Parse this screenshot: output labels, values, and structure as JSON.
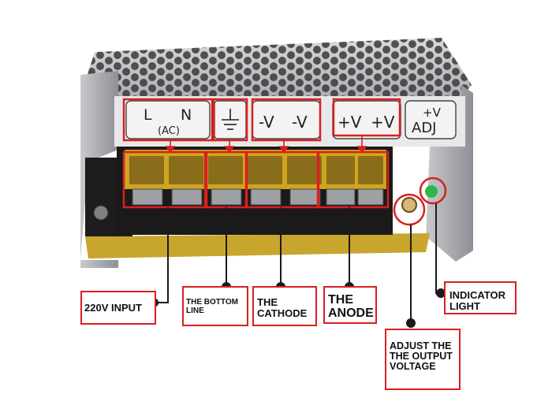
{
  "panel": {
    "l": "L",
    "n": "N",
    "ac": "(AC)",
    "neg1": "-V",
    "neg2": "-V",
    "pos1": "+V",
    "pos2": "+V",
    "adj_top": "+V",
    "adj_bottom": "ADJ"
  },
  "callouts": {
    "input": "220V INPUT",
    "bottom_line_1": "THE BOTTOM",
    "bottom_line_2": "LINE",
    "cathode_1": "THE",
    "cathode_2": "CATHODE",
    "anode_1": "THE",
    "anode_2": "ANODE",
    "light_1": "INDICATOR",
    "light_2": "LIGHT",
    "adjust_1": "ADJUST THE",
    "adjust_2": "THE OUTPUT",
    "adjust_3": "VOLTAGE"
  },
  "colors": {
    "highlight": "#d8201e",
    "callout_line": "#1a1a1a",
    "led": "#2db84a",
    "terminal_yellow": "#e0b020"
  }
}
